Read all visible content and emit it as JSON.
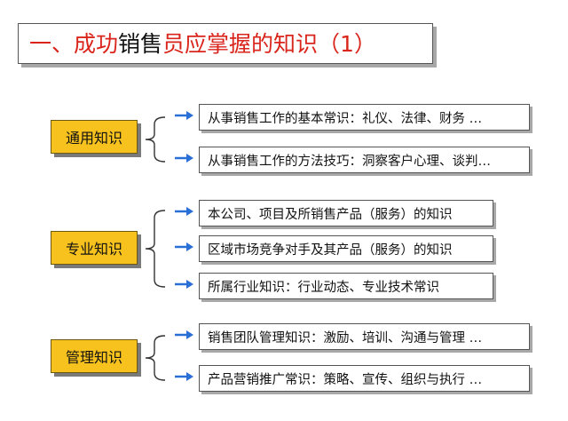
{
  "title": {
    "part1": "一、成功",
    "part2": "销售",
    "part3": "员应掌握的知识（1）"
  },
  "groups": [
    {
      "label": "通用知识",
      "items": [
        "从事销售工作的基本常识：礼仪、法律、财务 …",
        "从事销售工作的方法技巧：洞察客户心理、谈判…"
      ]
    },
    {
      "label": "专业知识",
      "items": [
        "本公司、项目及所销售产品（服务）的知识",
        "区域市场竞争对手及其产品（服务）的知识",
        "所属行业知识：行业动态、专业技术常识"
      ]
    },
    {
      "label": "管理知识",
      "items": [
        "销售团队管理知识：激励、培训、沟通与管理 …",
        "产品营销推广常识：策略、宣传、组织与执行 …"
      ]
    }
  ],
  "colors": {
    "title_red": "#d9251c",
    "category_fill": "#f7c21e",
    "arrow_blue": "#2a6fd6"
  },
  "icons": {
    "arrow": "right-arrow-icon",
    "brace": "left-brace-icon"
  }
}
